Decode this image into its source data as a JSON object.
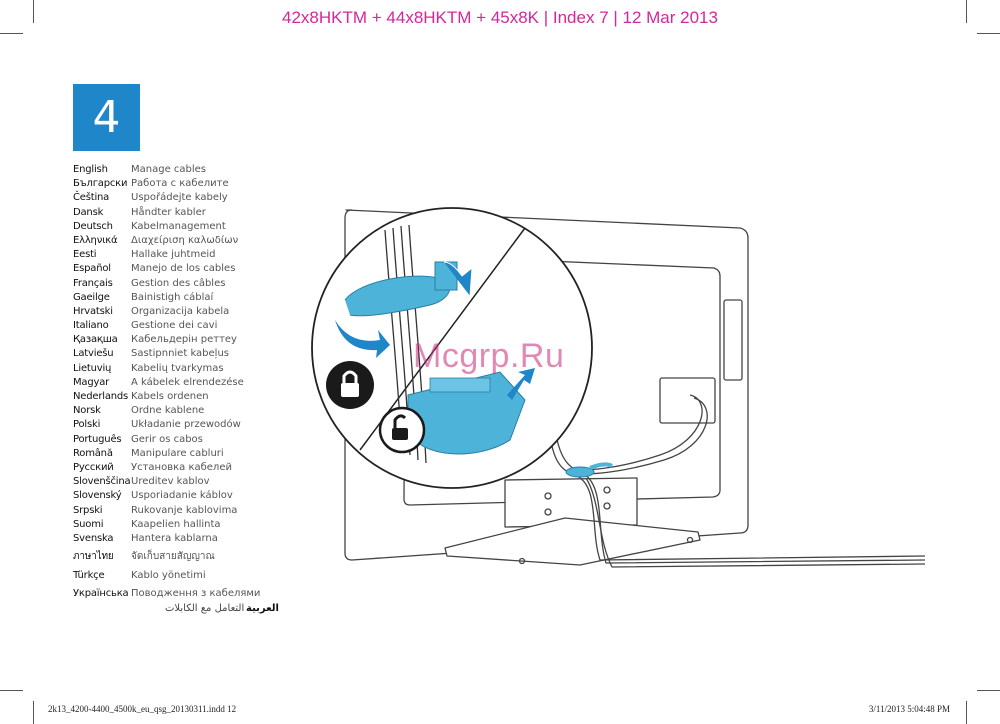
{
  "header": {
    "title": "42x8HKTM + 44x8HKTM + 45x8K | Index 7 | 12 Mar 2013"
  },
  "step": {
    "number": "4"
  },
  "languages": [
    {
      "lang": "English",
      "text": "Manage cables"
    },
    {
      "lang": "Български",
      "text": "Работа с кабелите"
    },
    {
      "lang": "Čeština",
      "text": "Uspořádejte kabely"
    },
    {
      "lang": "Dansk",
      "text": "Håndter kabler"
    },
    {
      "lang": "Deutsch",
      "text": "Kabelmanagement"
    },
    {
      "lang": "Ελληνικά",
      "text": "Διαχείριση καλωδίων"
    },
    {
      "lang": "Eesti",
      "text": "Hallake juhtmeid"
    },
    {
      "lang": "Español",
      "text": "Manejo de los cables"
    },
    {
      "lang": "Français",
      "text": "Gestion des câbles"
    },
    {
      "lang": "Gaeilge",
      "text": "Bainistigh cáblaí"
    },
    {
      "lang": "Hrvatski",
      "text": "Organizacija kabela"
    },
    {
      "lang": "Italiano",
      "text": "Gestione dei cavi"
    },
    {
      "lang": "Қазақша",
      "text": "Кабельдерін реттеу"
    },
    {
      "lang": "Latviešu",
      "text": "Sastipnniet kabeļus"
    },
    {
      "lang": "Lietuvių",
      "text": "Kabelių tvarkymas"
    },
    {
      "lang": "Magyar",
      "text": "A kábelek elrendezése"
    },
    {
      "lang": "Nederlands",
      "text": "Kabels ordenen"
    },
    {
      "lang": "Norsk",
      "text": "Ordne kablene"
    },
    {
      "lang": "Polski",
      "text": "Układanie przewodów"
    },
    {
      "lang": "Português",
      "text": "Gerir os cabos"
    },
    {
      "lang": "Română",
      "text": "Manipulare cabluri"
    },
    {
      "lang": "Русский",
      "text": "Установка кабелей"
    },
    {
      "lang": "Slovenščina",
      "text": "Ureditev kablov"
    },
    {
      "lang": "Slovenský",
      "text": "Usporiadanie káblov"
    },
    {
      "lang": "Srpski",
      "text": "Rukovanje kablovima"
    },
    {
      "lang": "Suomi",
      "text": "Kaapelien hallinta"
    },
    {
      "lang": "Svenska",
      "text": "Hantera kablarna"
    },
    {
      "lang": "ภาษาไทย",
      "text": "จัดเก็บสายสัญญาณ"
    },
    {
      "lang": "Türkçe",
      "text": "Kablo yönetimi"
    },
    {
      "lang": "Українська",
      "text": "Поводження з кабелями"
    }
  ],
  "arabic": {
    "lang": "العربية",
    "text": "التعامل مع الكابلات"
  },
  "watermark": "Mcgrp.Ru",
  "footer": {
    "left": "2k13_4200-4400_4500k_eu_qsg_20130311.indd   12",
    "right": "3/11/2013   5:04:48 PM"
  },
  "colors": {
    "header": "#d4279b",
    "step_box": "#1e86c9",
    "cable_tie": "#4db3d8"
  },
  "icons": [
    "lock-closed-icon",
    "lock-open-icon",
    "arrow-rotate-icon"
  ]
}
